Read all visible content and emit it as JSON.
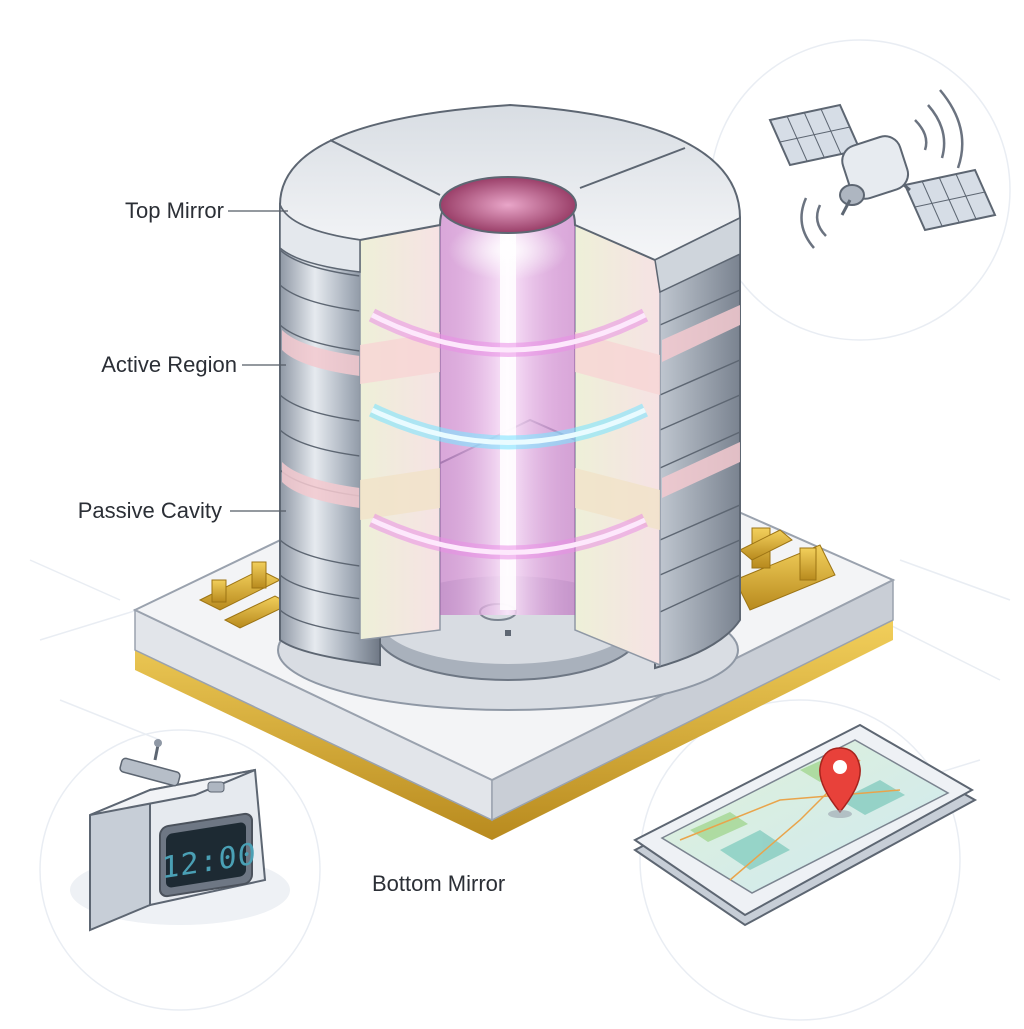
{
  "labels": {
    "top_mirror": "Top Mirror",
    "active_region": "Active Region",
    "passive_cavity": "Passive Cavity",
    "bottom_mirror": "Bottom Mirror"
  },
  "clock": {
    "time": "12:00"
  },
  "colors": {
    "beam": "#d05bd0",
    "ring_magenta": "#e98ee6",
    "ring_cyan": "#7fe4ff",
    "gold": "#e2b13b",
    "metal": "#b9c0ca",
    "map_pin": "#e8413a"
  },
  "icons": [
    "satellite-icon",
    "alarm-clock-icon",
    "smartphone-map-icon",
    "map-pin-icon"
  ]
}
